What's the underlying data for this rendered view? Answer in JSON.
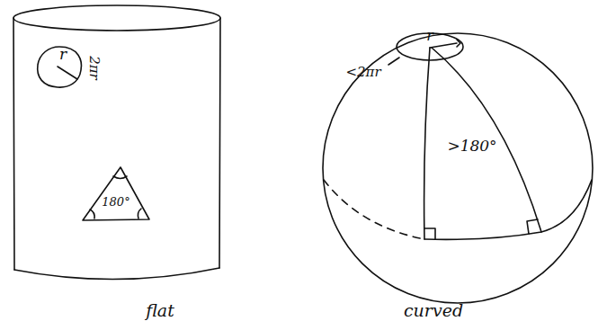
{
  "diagram": {
    "labels": [
      "r",
      "2πr",
      "180°",
      "r",
      "<2πr",
      ">180°",
      "flat",
      "curved"
    ]
  }
}
